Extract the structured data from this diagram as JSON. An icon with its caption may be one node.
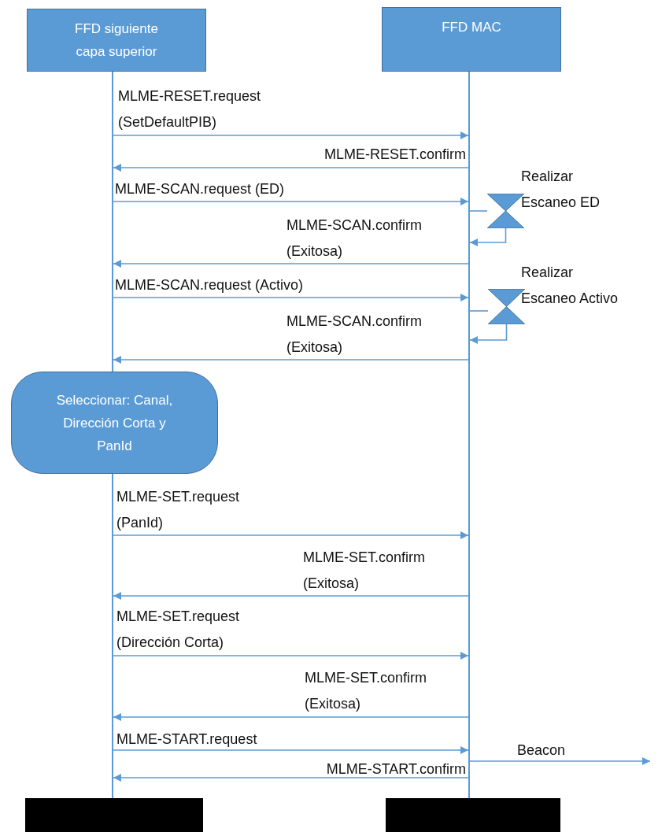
{
  "diagram": {
    "nodes": [
      {
        "text": [
          "FFD siguiente capa superior"
        ]
      },
      {
        "text": [
          "FFD MAC"
        ]
      },
      {
        "text": [],
        "shape": "line"
      },
      {
        "text": [],
        "shape": "line"
      },
      {
        "text": [],
        "shape": "hourglass",
        "beside": [
          "Realizar Escaneo ED"
        ]
      },
      {
        "text": [],
        "shape": "hourglass",
        "beside": [
          "Realizar Escaneo Activo"
        ]
      },
      {
        "text": [
          "Seleccionar: Canal, Dirección Corta  y PanId"
        ]
      },
      {
        "text": [],
        "shape": "line"
      },
      {
        "text": [],
        "shape": "box"
      },
      {
        "text": [],
        "shape": "box"
      }
    ],
    "edges": [
      {
        "from": 2,
        "to": 3,
        "arrow": "to",
        "label": "MLME-RESET.request (SetDefaultPIB)"
      },
      {
        "from": 3,
        "to": 2,
        "arrow": "to",
        "label": "MLME-RESET.confirm"
      },
      {
        "from": 2,
        "to": 3,
        "arrow": "to",
        "label": "MLME-SCAN.request (ED)"
      },
      {
        "from": 3,
        "to": 4,
        "arrow": "none"
      },
      {
        "from": 4,
        "to": 3,
        "arrow": "to"
      },
      {
        "from": 3,
        "to": 2,
        "arrow": "to",
        "label": "MLME-SCAN.confirm (Exitosa)"
      },
      {
        "from": 2,
        "to": 3,
        "arrow": "to",
        "label": "MLME-SCAN.request (Activo)"
      },
      {
        "from": 3,
        "to": 5,
        "arrow": "none"
      },
      {
        "from": 5,
        "to": 3,
        "arrow": "to"
      },
      {
        "from": 3,
        "to": 2,
        "arrow": "to",
        "label": "MLME-SCAN.confirm (Exitosa)"
      },
      {
        "from": 7,
        "to": 3,
        "arrow": "to",
        "label": "MLME-SET.request (PanId)"
      },
      {
        "from": 3,
        "to": 7,
        "arrow": "to",
        "label": "MLME-SET.confirm (Exitosa)"
      },
      {
        "from": 7,
        "to": 3,
        "arrow": "to",
        "label": "MLME-SET.request (Dirección Corta)"
      },
      {
        "from": 3,
        "to": 7,
        "arrow": "to",
        "label": "MLME-SET.confirm (Exitosa)"
      },
      {
        "from": 7,
        "to": 3,
        "arrow": "to",
        "label": "MLME-START.request"
      },
      {
        "from": 3,
        "to": null,
        "arrow": "to",
        "label": "Beacon"
      },
      {
        "from": 3,
        "to": 7,
        "arrow": "to",
        "label": "MLME-START.confirm"
      }
    ]
  }
}
